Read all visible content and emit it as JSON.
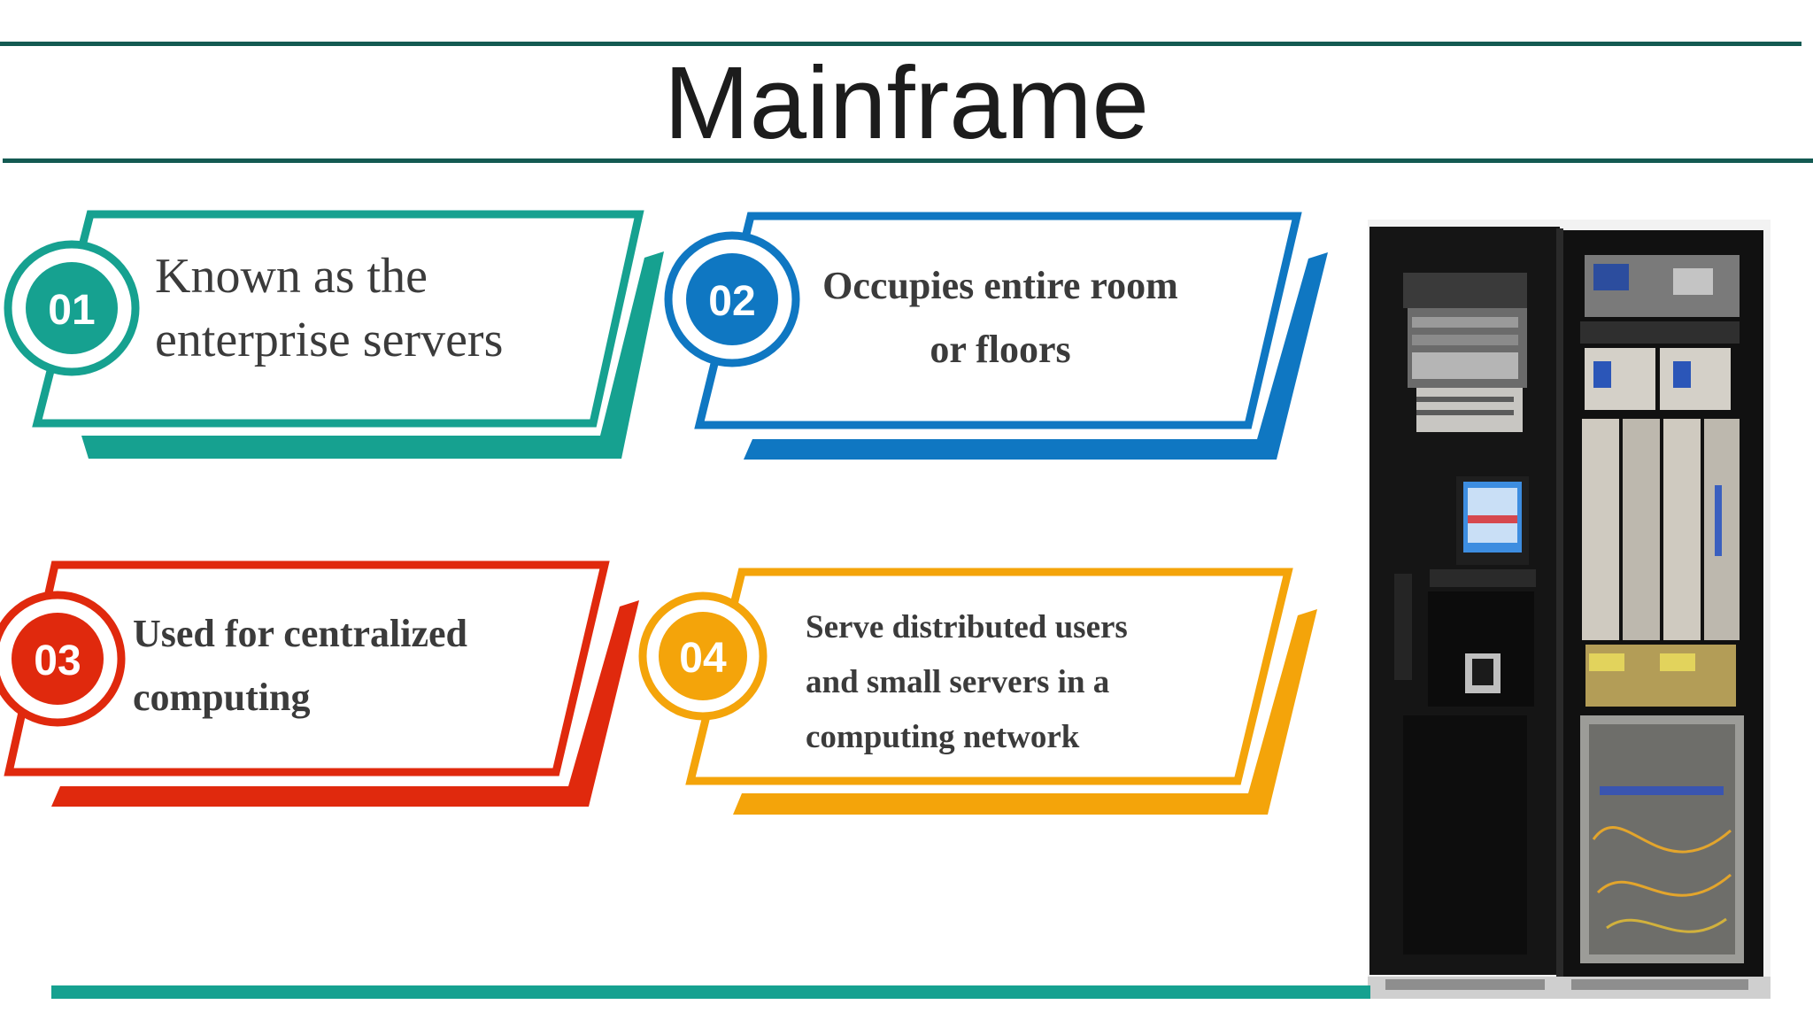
{
  "title": "Mainframe",
  "colors": {
    "rule": "#135a52",
    "bottom_rule": "#16a190",
    "card1": "#16a190",
    "card2": "#0f77c2",
    "card3": "#e0290d",
    "card4": "#f4a40a"
  },
  "cards": [
    {
      "number": "01",
      "lines": [
        "Known as the",
        "enterprise servers"
      ]
    },
    {
      "number": "02",
      "lines": [
        "Occupies entire room",
        "or floors"
      ]
    },
    {
      "number": "03",
      "lines": [
        "Used for centralized",
        "computing"
      ]
    },
    {
      "number": "04",
      "lines": [
        "Serve distributed users",
        "and small servers in a",
        "computing network"
      ]
    }
  ],
  "image": {
    "subject": "mainframe-server-cabinet"
  }
}
